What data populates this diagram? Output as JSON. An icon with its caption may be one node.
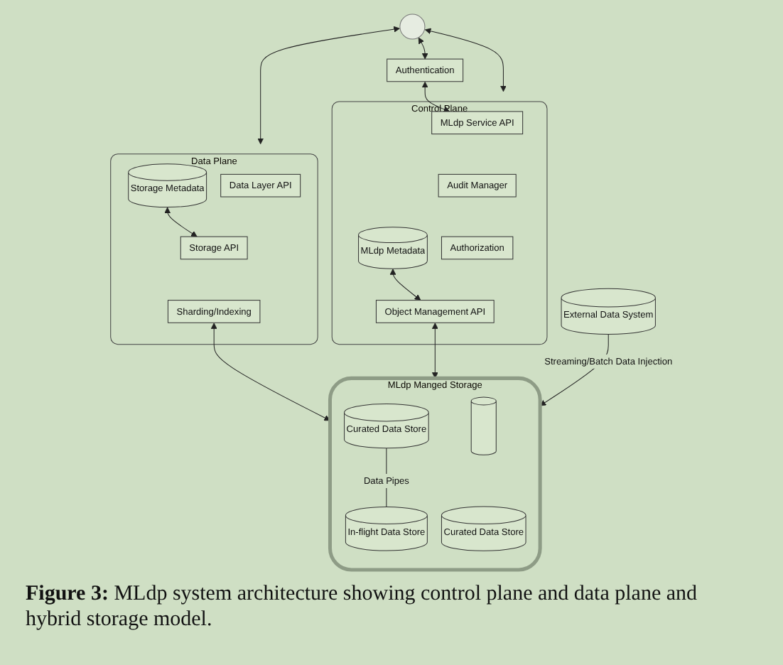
{
  "diagram": {
    "caption": "**Figure 3:** MLdp system architecture showing control plane and data plane and hybrid storage model.",
    "nodes": [
      {
        "text": [],
        "shape": "person"
      },
      {
        "text": [
          "Authentication"
        ]
      },
      {
        "text": [
          "Data Plane"
        ]
      },
      {
        "text": [
          "Data Layer API"
        ],
        "in": 2
      },
      {
        "text": [
          "Storage API"
        ],
        "in": 2
      },
      {
        "text": [
          "Sharding/Indexing"
        ],
        "in": 2
      },
      {
        "text": [
          "Storage Metadata"
        ],
        "in": 2
      },
      {
        "text": [
          "Control Plane"
        ]
      },
      {
        "text": [
          "MLdp Service API"
        ],
        "in": 7
      },
      {
        "text": [
          "Audit Manager"
        ],
        "in": 7
      },
      {
        "text": [
          "Authorization"
        ],
        "in": 7
      },
      {
        "text": [
          "Object Management API"
        ],
        "in": 7
      },
      {
        "text": [
          "MLdp Metadata"
        ],
        "in": 7
      },
      {
        "text": [
          "MLdp Manged Storage"
        ]
      },
      {
        "text": [],
        "shape": "cylinder",
        "in": 13
      },
      {
        "text": [
          "Curated Data Store"
        ],
        "in": 13
      },
      {
        "text": [
          "Curated Data Store"
        ],
        "in": 13
      },
      {
        "text": [
          "In-flight Data Store"
        ],
        "in": 13
      },
      {
        "text": [
          "External Data System"
        ]
      }
    ],
    "edges": [
      {
        "from": 0,
        "to": 1,
        "arrow": "both"
      },
      {
        "from": 0,
        "to": 2,
        "arrow": "both"
      },
      {
        "from": 0,
        "to": 7,
        "arrow": "both"
      },
      {
        "from": 1,
        "to": 8,
        "arrow": "both"
      },
      {
        "from": 6,
        "to": 4,
        "arrow": "both"
      },
      {
        "from": 12,
        "to": 11,
        "arrow": "both"
      },
      {
        "from": 5,
        "to": 13,
        "arrow": "both"
      },
      {
        "from": 11,
        "to": 13,
        "arrow": "both"
      },
      {
        "from": 16,
        "to": 17,
        "arrow": "none",
        "label": "Data Pipes"
      },
      {
        "from": 18,
        "to": 13,
        "arrow": "to",
        "label": "Streaming/Batch Data Injection"
      }
    ]
  }
}
